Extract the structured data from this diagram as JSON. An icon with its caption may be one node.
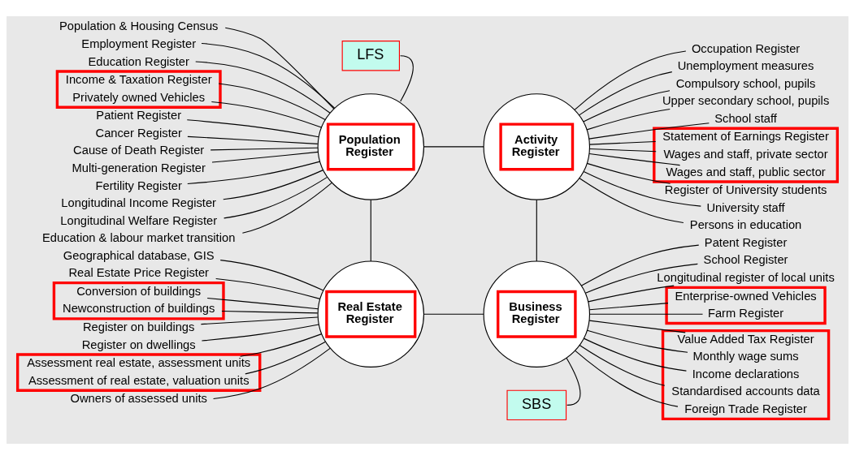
{
  "diagram": {
    "nodes": [
      {
        "text": [
          "Population & Housing Census"
        ]
      },
      {
        "text": [
          "Employment Register"
        ]
      },
      {
        "text": [
          "Education Register"
        ]
      },
      {
        "text": [],
        "shape": "box"
      },
      {
        "text": [
          "Income & Taxation Register"
        ],
        "in": 3
      },
      {
        "text": [
          "Privately owned Vehicles"
        ],
        "in": 3
      },
      {
        "text": [
          "Patient Register"
        ]
      },
      {
        "text": [
          "Cancer Register"
        ]
      },
      {
        "text": [
          "Cause of Death Register"
        ]
      },
      {
        "text": [
          "Multi-generation Register"
        ]
      },
      {
        "text": [
          "Fertility Register"
        ]
      },
      {
        "text": [
          "Longitudinal Income Register"
        ]
      },
      {
        "text": [
          "Longitudinal Welfare Register"
        ]
      },
      {
        "text": [
          "Education & labour market transition"
        ]
      },
      {
        "text": [
          "LFS"
        ]
      },
      {
        "text": [
          "Population Register"
        ]
      },
      {
        "text": [
          "Activity Register"
        ]
      },
      {
        "text": [],
        "shape": "box"
      },
      {
        "text": [
          "Statement of Earnings Register"
        ],
        "in": 17
      },
      {
        "text": [
          "Wages and staff, private sector"
        ],
        "in": 17
      },
      {
        "text": [
          "Wages and staff, public sector"
        ],
        "in": 17
      },
      {
        "text": [
          "Occupation Register"
        ]
      },
      {
        "text": [
          "Unemployment measures"
        ]
      },
      {
        "text": [
          "Compulsory school, pupils"
        ]
      },
      {
        "text": [
          "Upper secondary school, pupils"
        ]
      },
      {
        "text": [
          "School staff"
        ]
      },
      {
        "text": [
          "Register of University students"
        ]
      },
      {
        "text": [
          "University staff"
        ]
      },
      {
        "text": [
          "Persons in education"
        ]
      },
      {
        "text": [
          "Geographical database, GIS"
        ]
      },
      {
        "text": [
          "Real Estate Price Register"
        ]
      },
      {
        "text": [],
        "shape": "box"
      },
      {
        "text": [
          "Conversion of buildings"
        ],
        "in": 31
      },
      {
        "text": [
          "Newconstruction of buildings"
        ],
        "in": 31
      },
      {
        "text": [
          "Register on buildings"
        ]
      },
      {
        "text": [
          "Register on dwellings"
        ]
      },
      {
        "text": [],
        "shape": "box"
      },
      {
        "text": [
          "Assessment real estate, assessment units"
        ],
        "in": 36
      },
      {
        "text": [
          "Assessment of real estate, valuation units"
        ],
        "in": 36
      },
      {
        "text": [
          "Owners of assessed units"
        ]
      },
      {
        "text": [
          "Real Estate Register"
        ]
      },
      {
        "text": [
          "Business Register"
        ]
      },
      {
        "text": [],
        "shape": "box"
      },
      {
        "text": [
          "Value Added Tax Register"
        ],
        "in": 42
      },
      {
        "text": [
          "Monthly wage sums"
        ],
        "in": 42
      },
      {
        "text": [
          "Income declarations"
        ],
        "in": 42
      },
      {
        "text": [
          "Standardised accounts data"
        ],
        "in": 42
      },
      {
        "text": [
          "Foreign Trade Register"
        ],
        "in": 42
      },
      {
        "text": [
          "Patent Register"
        ]
      },
      {
        "text": [],
        "shape": "box"
      },
      {
        "text": [
          "Enterprise-owned Vehicles"
        ],
        "in": 49
      },
      {
        "text": [
          "Farm Register"
        ],
        "in": 49
      },
      {
        "text": [
          "School Register"
        ]
      },
      {
        "text": [
          "Longitudinal register of local units"
        ]
      },
      {
        "text": [
          "SBS"
        ]
      }
    ],
    "edges": [
      {
        "from": 0,
        "to": 15,
        "arrow": "none"
      },
      {
        "from": 1,
        "to": 15,
        "arrow": "none"
      },
      {
        "from": 2,
        "to": 15,
        "arrow": "none"
      },
      {
        "from": 4,
        "to": 15,
        "arrow": "none"
      },
      {
        "from": 5,
        "to": 15,
        "arrow": "none"
      },
      {
        "from": 6,
        "to": 15,
        "arrow": "none"
      },
      {
        "from": 7,
        "to": 15,
        "arrow": "none"
      },
      {
        "from": 8,
        "to": 15,
        "arrow": "none"
      },
      {
        "from": 9,
        "to": 15,
        "arrow": "none"
      },
      {
        "from": 10,
        "to": 15,
        "arrow": "none"
      },
      {
        "from": 11,
        "to": 15,
        "arrow": "none"
      },
      {
        "from": 12,
        "to": 15,
        "arrow": "none"
      },
      {
        "from": 13,
        "to": 15,
        "arrow": "none"
      },
      {
        "from": 14,
        "to": 15,
        "arrow": "none"
      },
      {
        "from": 15,
        "to": 16,
        "arrow": "none"
      },
      {
        "from": 16,
        "to": 18,
        "arrow": "none"
      },
      {
        "from": 16,
        "to": 19,
        "arrow": "none"
      },
      {
        "from": 16,
        "to": 20,
        "arrow": "none"
      },
      {
        "from": 16,
        "to": 21,
        "arrow": "none"
      },
      {
        "from": 16,
        "to": 22,
        "arrow": "none"
      },
      {
        "from": 16,
        "to": 23,
        "arrow": "none"
      },
      {
        "from": 16,
        "to": 24,
        "arrow": "none"
      },
      {
        "from": 16,
        "to": 25,
        "arrow": "none"
      },
      {
        "from": 16,
        "to": 26,
        "arrow": "none"
      },
      {
        "from": 16,
        "to": 27,
        "arrow": "none"
      },
      {
        "from": 16,
        "to": 28,
        "arrow": "none"
      },
      {
        "from": 15,
        "to": 40,
        "arrow": "none"
      },
      {
        "from": 16,
        "to": 41,
        "arrow": "none"
      },
      {
        "from": 29,
        "to": 40,
        "arrow": "none"
      },
      {
        "from": 30,
        "to": 40,
        "arrow": "none"
      },
      {
        "from": 32,
        "to": 40,
        "arrow": "none"
      },
      {
        "from": 33,
        "to": 40,
        "arrow": "none"
      },
      {
        "from": 34,
        "to": 40,
        "arrow": "none"
      },
      {
        "from": 35,
        "to": 40,
        "arrow": "none"
      },
      {
        "from": 37,
        "to": 40,
        "arrow": "none"
      },
      {
        "from": 38,
        "to": 40,
        "arrow": "none"
      },
      {
        "from": 39,
        "to": 40,
        "arrow": "none"
      },
      {
        "from": 40,
        "to": 41,
        "arrow": "none"
      },
      {
        "from": 41,
        "to": 43,
        "arrow": "none"
      },
      {
        "from": 41,
        "to": 44,
        "arrow": "none"
      },
      {
        "from": 41,
        "to": 45,
        "arrow": "none"
      },
      {
        "from": 41,
        "to": 46,
        "arrow": "none"
      },
      {
        "from": 41,
        "to": 47,
        "arrow": "none"
      },
      {
        "from": 41,
        "to": 48,
        "arrow": "none"
      },
      {
        "from": 41,
        "to": 50,
        "arrow": "none"
      },
      {
        "from": 41,
        "to": 51,
        "arrow": "none"
      },
      {
        "from": 41,
        "to": 52,
        "arrow": "none"
      },
      {
        "from": 41,
        "to": 53,
        "arrow": "none"
      },
      {
        "from": 41,
        "to": 54,
        "arrow": "none"
      }
    ]
  }
}
